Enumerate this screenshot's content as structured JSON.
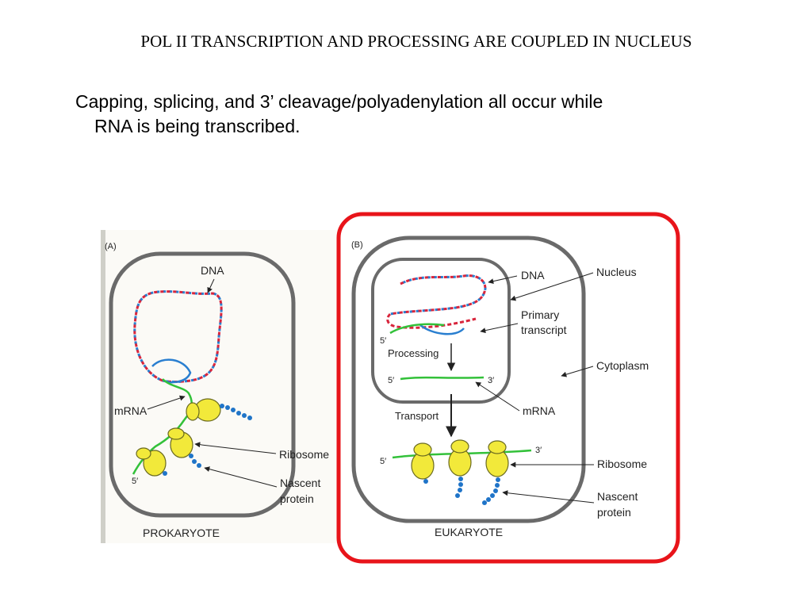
{
  "slide": {
    "title": "POL II TRANSCRIPTION AND PROCESSING ARE COUPLED IN NUCLEUS",
    "bullet_line1": "Capping, splicing, and 3’ cleavage/polyadenylation all occur while",
    "bullet_line2": "RNA is being transcribed."
  },
  "panel_a": {
    "tag": "(A)",
    "dna": "DNA",
    "mrna": "mRNA",
    "ribosome": "Ribosome",
    "nascent_1": "Nascent",
    "nascent_2": "protein",
    "five_prime": "5′",
    "caption": "PROKARYOTE"
  },
  "panel_b": {
    "tag": "(B)",
    "dna": "DNA",
    "nucleus": "Nucleus",
    "primary_1": "Primary",
    "primary_2": "transcript",
    "five_prime_top": "5′",
    "processing": "Processing",
    "cytoplasm": "Cytoplasm",
    "five_prime_mid": "5′",
    "three_prime_mid": "3′",
    "mrna": "mRNA",
    "transport": "Transport",
    "five_prime_bot": "5′",
    "three_prime_bot": "3′",
    "ribosome": "Ribosome",
    "nascent_1": "Nascent",
    "nascent_2": "protein",
    "caption": "EUKARYOTE"
  },
  "colors": {
    "highlight": "#e8141a",
    "dna_red": "#d8253c",
    "dna_blue": "#2a7fd0",
    "rna_green": "#33c13a",
    "ribosome": "#f2e93a",
    "protein": "#1f74c8",
    "membrane": "#6a6a6a"
  }
}
